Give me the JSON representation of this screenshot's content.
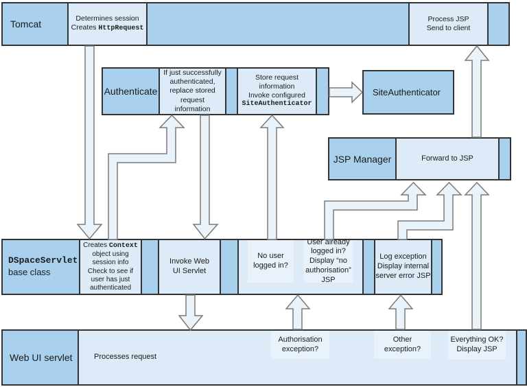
{
  "colors": {
    "bar_blue": "#a9d1ee",
    "panel_blue": "#dcebf7",
    "panel_lighter": "#e9f2fa",
    "arrow_fill": "#eaf2fa",
    "box_border": "#333333",
    "arrow_border": "#7a7a7a"
  },
  "tomcat": {
    "label": "Tomcat",
    "session_box": {
      "line1": "Determines session",
      "line2_prefix": "Creates ",
      "line2_code": "HttpRequest"
    },
    "jsp_box": {
      "line1": "Process JSP",
      "line2": "Send to client"
    }
  },
  "authenticate": {
    "label": "Authenticate",
    "replace_box": "If just successfully authenticated, replace stored request information",
    "store_box": {
      "line1": "Store request information",
      "line2": "Invoke configured",
      "line3_code": "SiteAuthenticator"
    }
  },
  "site_authenticator": {
    "label": "SiteAuthenticator"
  },
  "jsp_manager": {
    "label": "JSP Manager",
    "forward_box": "Forward to JSP"
  },
  "dspace_servlet": {
    "label_code": "DSpaceServlet",
    "label_sub": "base class",
    "context_box": {
      "line1_prefix": "Creates ",
      "line1_code": "Context",
      "rest": "object using session info Check to see if user has just authenticated"
    },
    "invoke_box": "Invoke Web UI Servlet",
    "no_user_box": "No user logged in?",
    "already_box": "User already logged in? Display “no authorisation” JSP",
    "log_box": "Log exception Display internal server error JSP"
  },
  "web_ui": {
    "label": "Web UI servlet",
    "processes_box": "Processes request",
    "auth_exception_box": "Authorisation exception?",
    "other_exception_box": "Other exception?",
    "ok_box_line1": "Everything OK?",
    "ok_box_line2": "Display JSP"
  }
}
